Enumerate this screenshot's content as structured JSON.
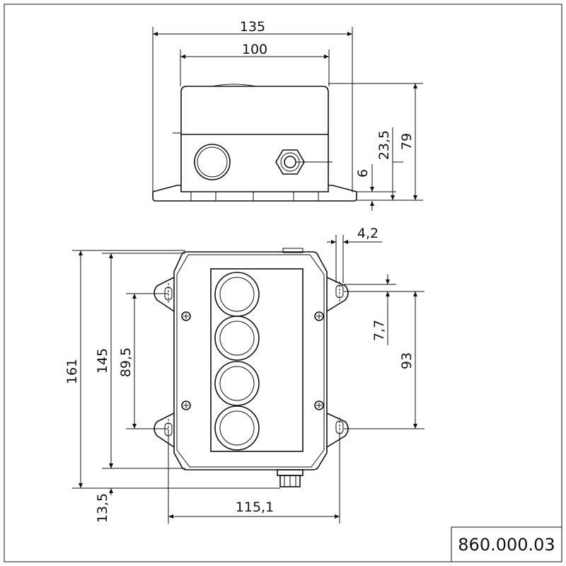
{
  "drawing_number": "860.000.03",
  "dimensions": {
    "overall_width": "135",
    "body_width": "100",
    "overall_height": "79",
    "gland_height": "23,5",
    "foot_height": "6",
    "hole_width": "4,2",
    "hole_offset": "7,7",
    "hole_spacing_vertical": "93",
    "overall_length": "161",
    "body_length": "145",
    "mount_spacing": "89,5",
    "bottom_offset": "13,5",
    "mount_spacing_horizontal": "115,1"
  }
}
